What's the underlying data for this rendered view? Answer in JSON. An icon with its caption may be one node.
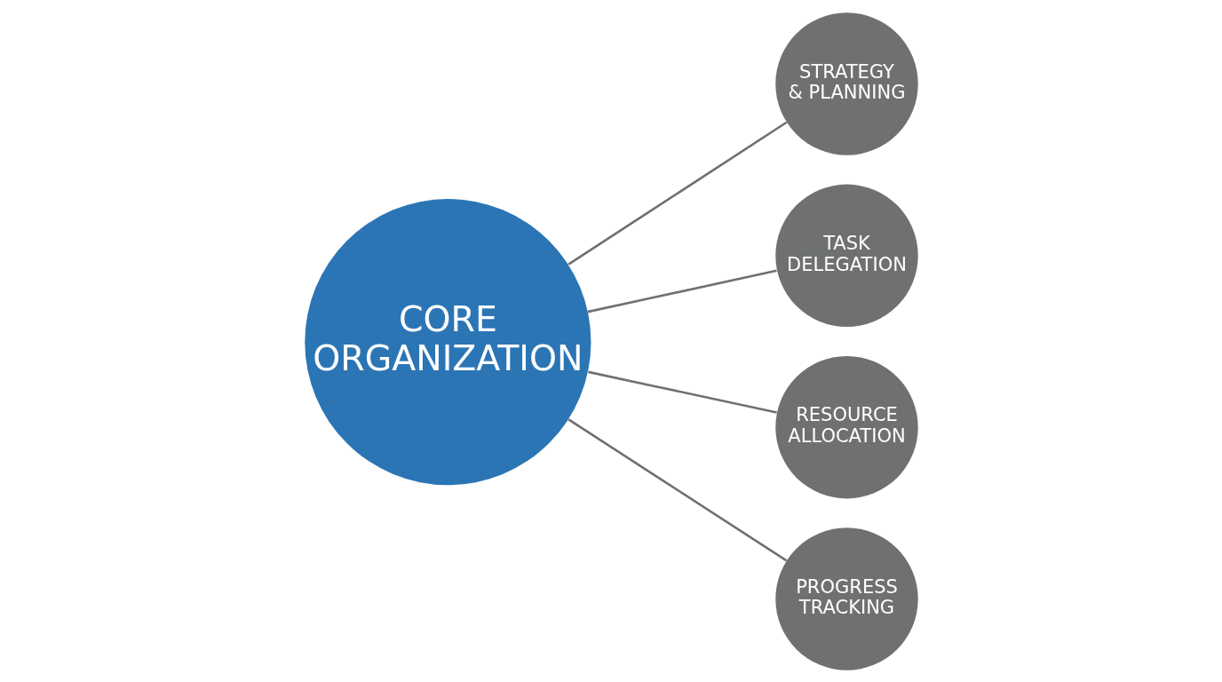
{
  "diagram": {
    "nodes": [
      {
        "text": [
          "CORE ORGANIZATION"
        ]
      },
      {
        "text": [
          "STRATEGY & PLANNING"
        ]
      },
      {
        "text": [
          "TASK DELEGATION"
        ]
      },
      {
        "text": [
          "RESOURCE ALLOCATION"
        ]
      },
      {
        "text": [
          "PROGRESS TRACKING"
        ]
      }
    ],
    "edges": [
      {
        "from": 0,
        "to": 1,
        "arrow": "none"
      },
      {
        "from": 0,
        "to": 2,
        "arrow": "none"
      },
      {
        "from": 0,
        "to": 3,
        "arrow": "none"
      },
      {
        "from": 0,
        "to": 4,
        "arrow": "none"
      }
    ]
  }
}
